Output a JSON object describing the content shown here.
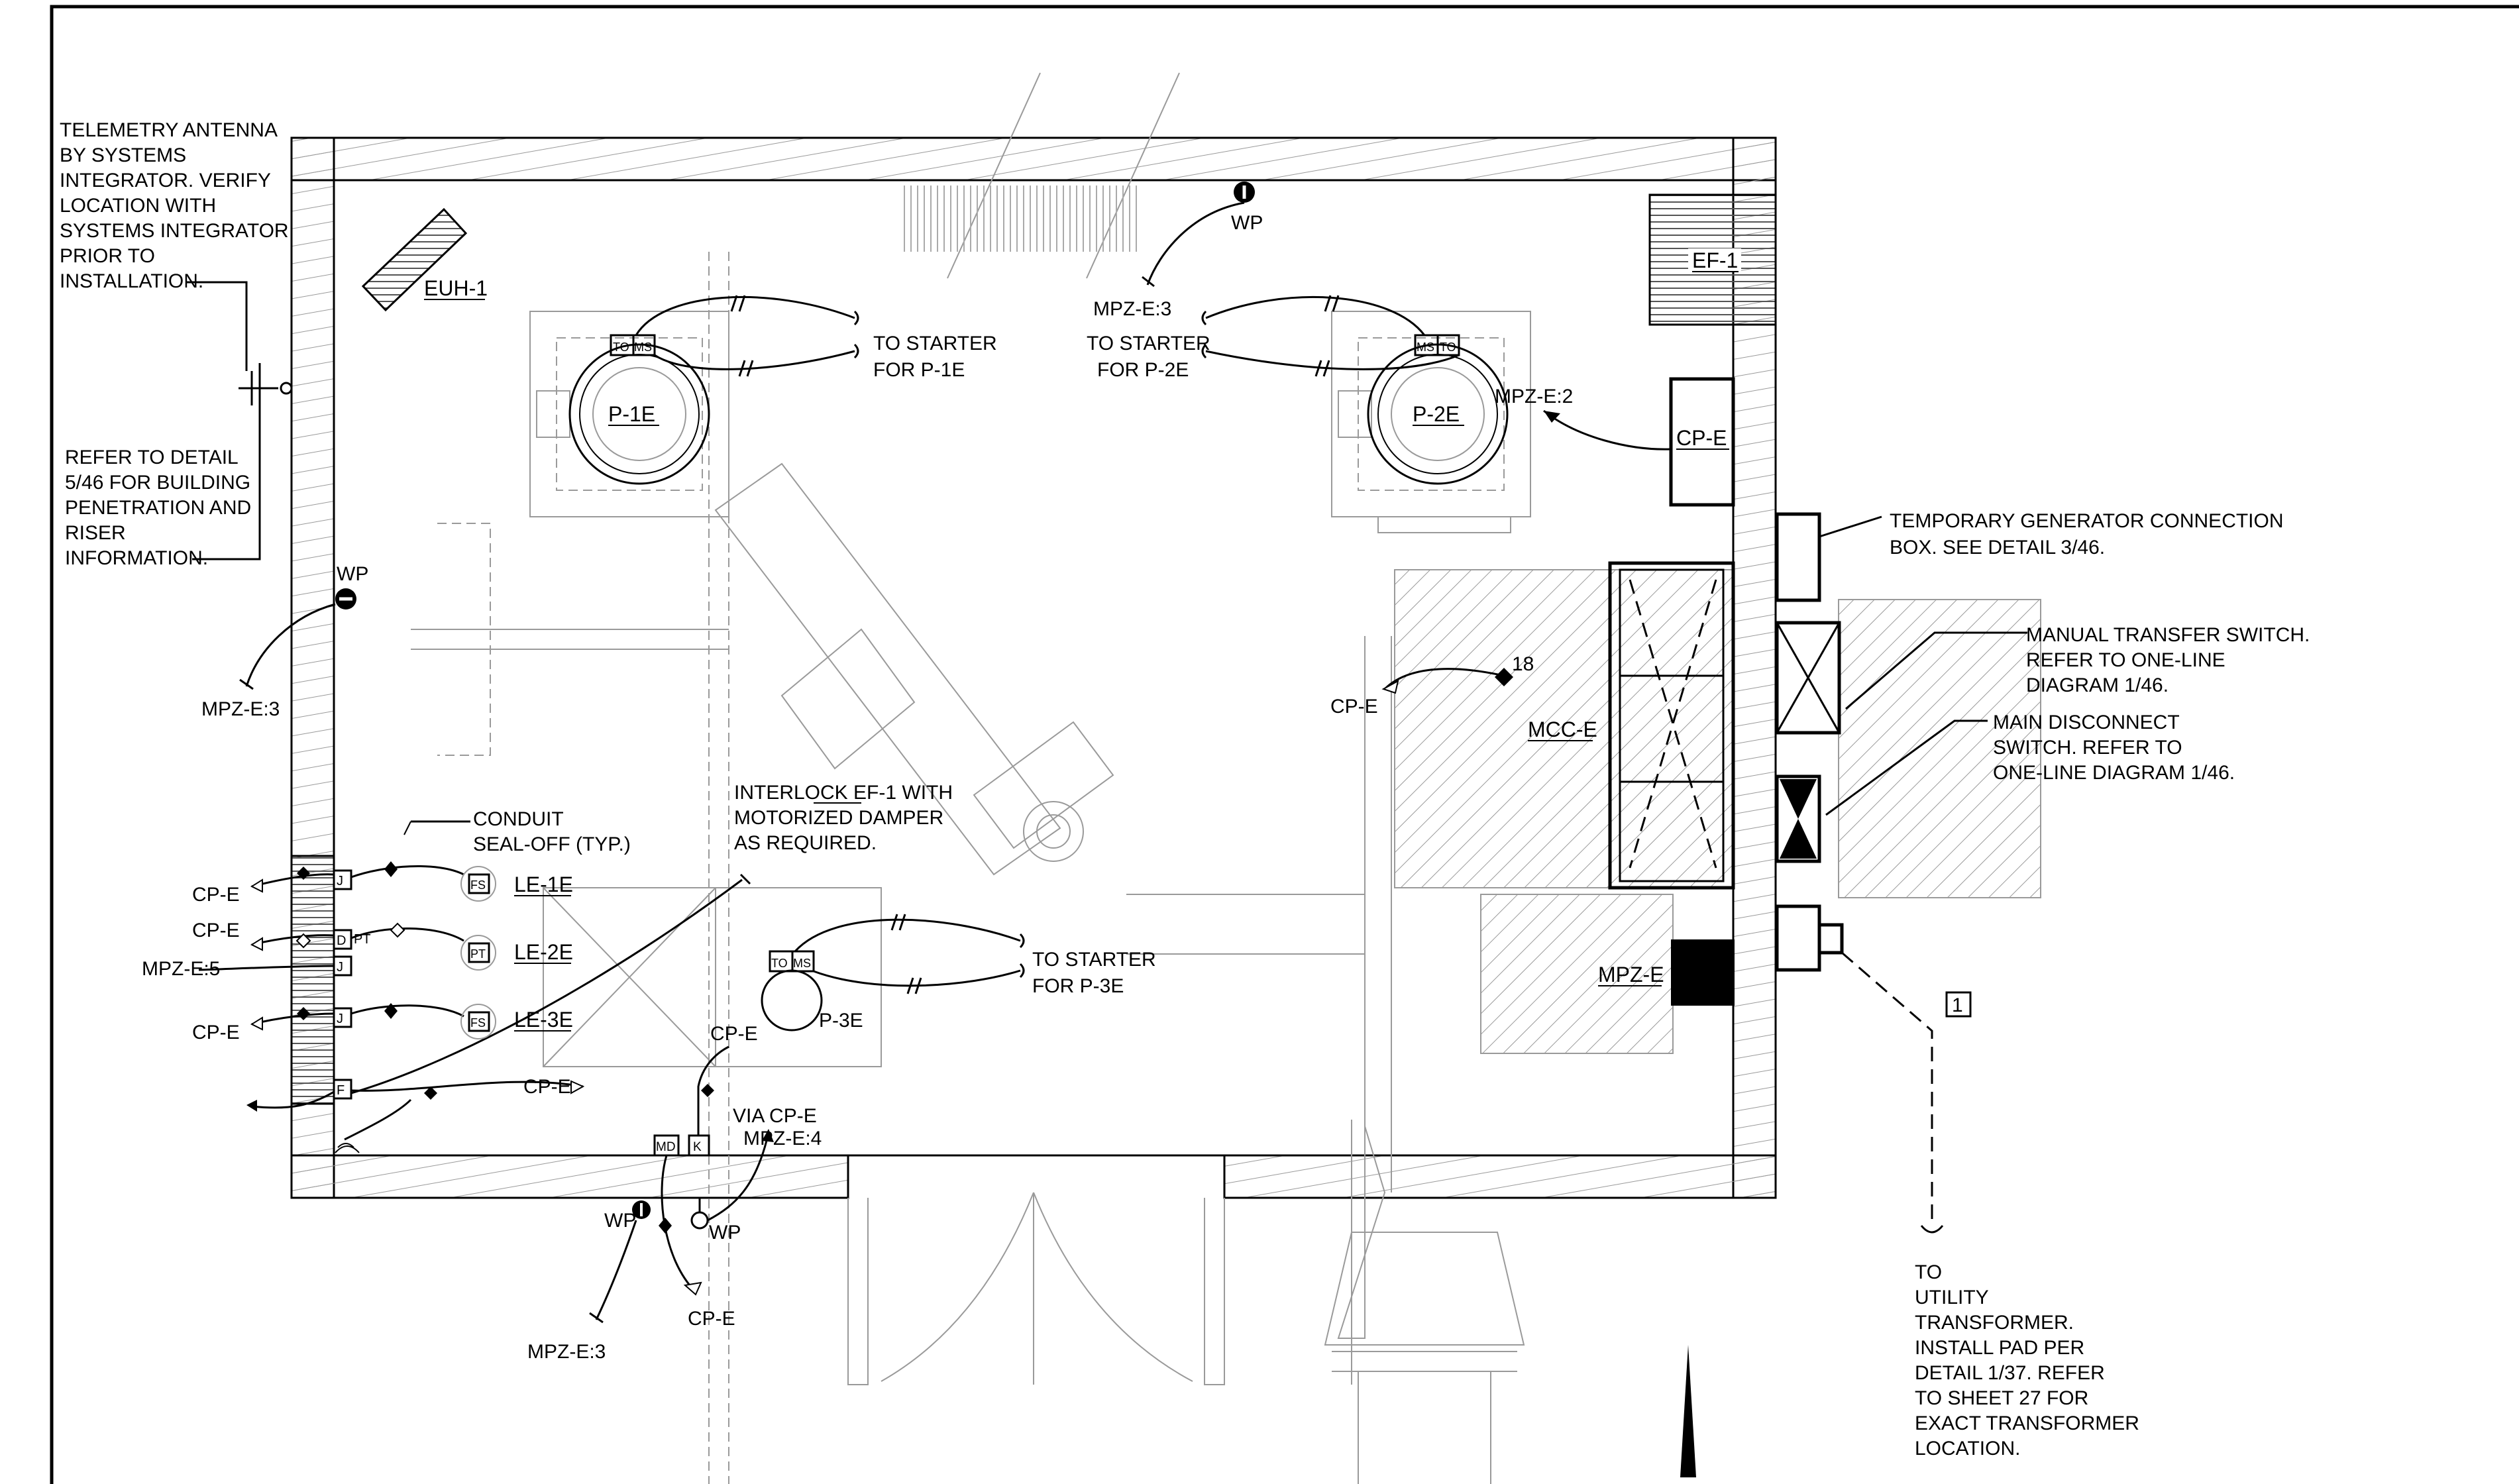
{
  "title": "",
  "notes": {
    "telemetry": [
      "TELEMETRY ANTENNA",
      "BY SYSTEMS",
      "INTEGRATOR. VERIFY",
      "LOCATION WITH",
      "SYSTEMS INTEGRATOR",
      "PRIOR TO",
      "INSTALLATION."
    ],
    "detail_ref": [
      "REFER TO DETAIL",
      "5/46 FOR BUILDING",
      "PENETRATION AND",
      "RISER",
      "INFORMATION."
    ],
    "conduit_seal": [
      "CONDUIT",
      "SEAL-OFF (TYP.)"
    ],
    "interlock": [
      "INTERLOCK EF-1 WITH",
      "MOTORIZED DAMPER",
      "AS REQUIRED."
    ],
    "temp_gen": [
      "TEMPORARY GENERATOR CONNECTION",
      "BOX.  SEE DETAIL 3/46."
    ],
    "manual_transfer": [
      "MANUAL TRANSFER SWITCH.",
      "REFER TO ONE-LINE",
      "DIAGRAM 1/46."
    ],
    "main_disconnect": [
      "MAIN DISCONNECT",
      "SWITCH. REFER TO",
      "ONE-LINE DIAGRAM 1/46."
    ],
    "utility": [
      "TO",
      "UTILITY",
      "TRANSFORMER.",
      "INSTALL PAD PER",
      "DETAIL 1/37. REFER",
      "TO SHEET 27 FOR",
      "EXACT TRANSFORMER",
      "LOCATION."
    ],
    "starter_1e": [
      "TO STARTER",
      "FOR P-1E"
    ],
    "starter_2e": [
      "TO STARTER",
      "FOR P-2E"
    ],
    "starter_3e": [
      "TO STARTER",
      "FOR P-3E"
    ],
    "via": [
      "VIA CP-E",
      "MPZ-E:4"
    ]
  },
  "equipment": {
    "euh1": "EUH-1",
    "ef1": "EF-1",
    "p1e": "P-1E",
    "p2e": "P-2E",
    "p3e": "P-3E",
    "cpe_panel": "CP-E",
    "mcce": "MCC-E",
    "mpze": "MPZ-E",
    "le1e": "LE-1E",
    "le2e": "LE-2E",
    "le3e": "LE-3E"
  },
  "circuits": {
    "mpze3": "MPZ-E:3",
    "mpze2": "MPZ-E:2",
    "mpze5": "MPZ-E:5",
    "cpe": "CP-E",
    "wp": "WP",
    "n18": "18",
    "keynote1": "1"
  },
  "tags": {
    "to": "TO",
    "ms": "MS",
    "fs": "FS",
    "pt": "PT",
    "j": "J",
    "d": "D",
    "f": "F",
    "md": "MD",
    "k": "K"
  }
}
